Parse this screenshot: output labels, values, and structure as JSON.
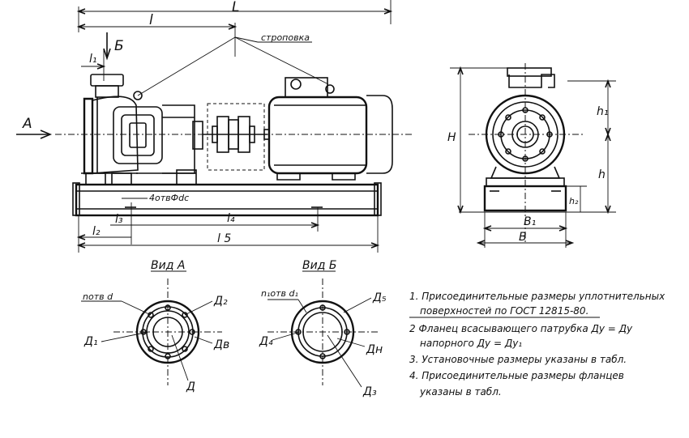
{
  "dimensions": {
    "L": "L",
    "l": "l",
    "l1": "l₁",
    "l2": "l₂",
    "l3": "l₃",
    "l4": "l₄",
    "l5": "l 5",
    "H": "H",
    "h": "h",
    "h1": "h₁",
    "h2": "h₂",
    "B": "B",
    "B1": "B₁"
  },
  "labels": {
    "view_a_arrow": "A",
    "view_b_arrow": "Б",
    "slinging": "строповка",
    "holes_dc": "4отвФdс"
  },
  "view_a": {
    "title": "Вид А",
    "holes": "nотв d",
    "d1": "Д₁",
    "d2": "Д₂",
    "dv": "Дв",
    "d": "Д"
  },
  "view_b": {
    "title": "Вид Б",
    "holes": "n₁отв d₁",
    "d3": "Д₃",
    "d4": "Д₄",
    "d5": "Д₅",
    "dn": "Дн"
  },
  "notes": [
    "1. Присоединительные размеры уплотнительных",
    "поверхностей по ГОСТ 12815-80.",
    "2 Фланец всасывающего патрубка Ду = Ду",
    "напорного Ду = Ду₁",
    "3. Установочные размеры указаны в табл.",
    "4. Присоединительные размеры фланцев",
    "указаны в табл."
  ]
}
